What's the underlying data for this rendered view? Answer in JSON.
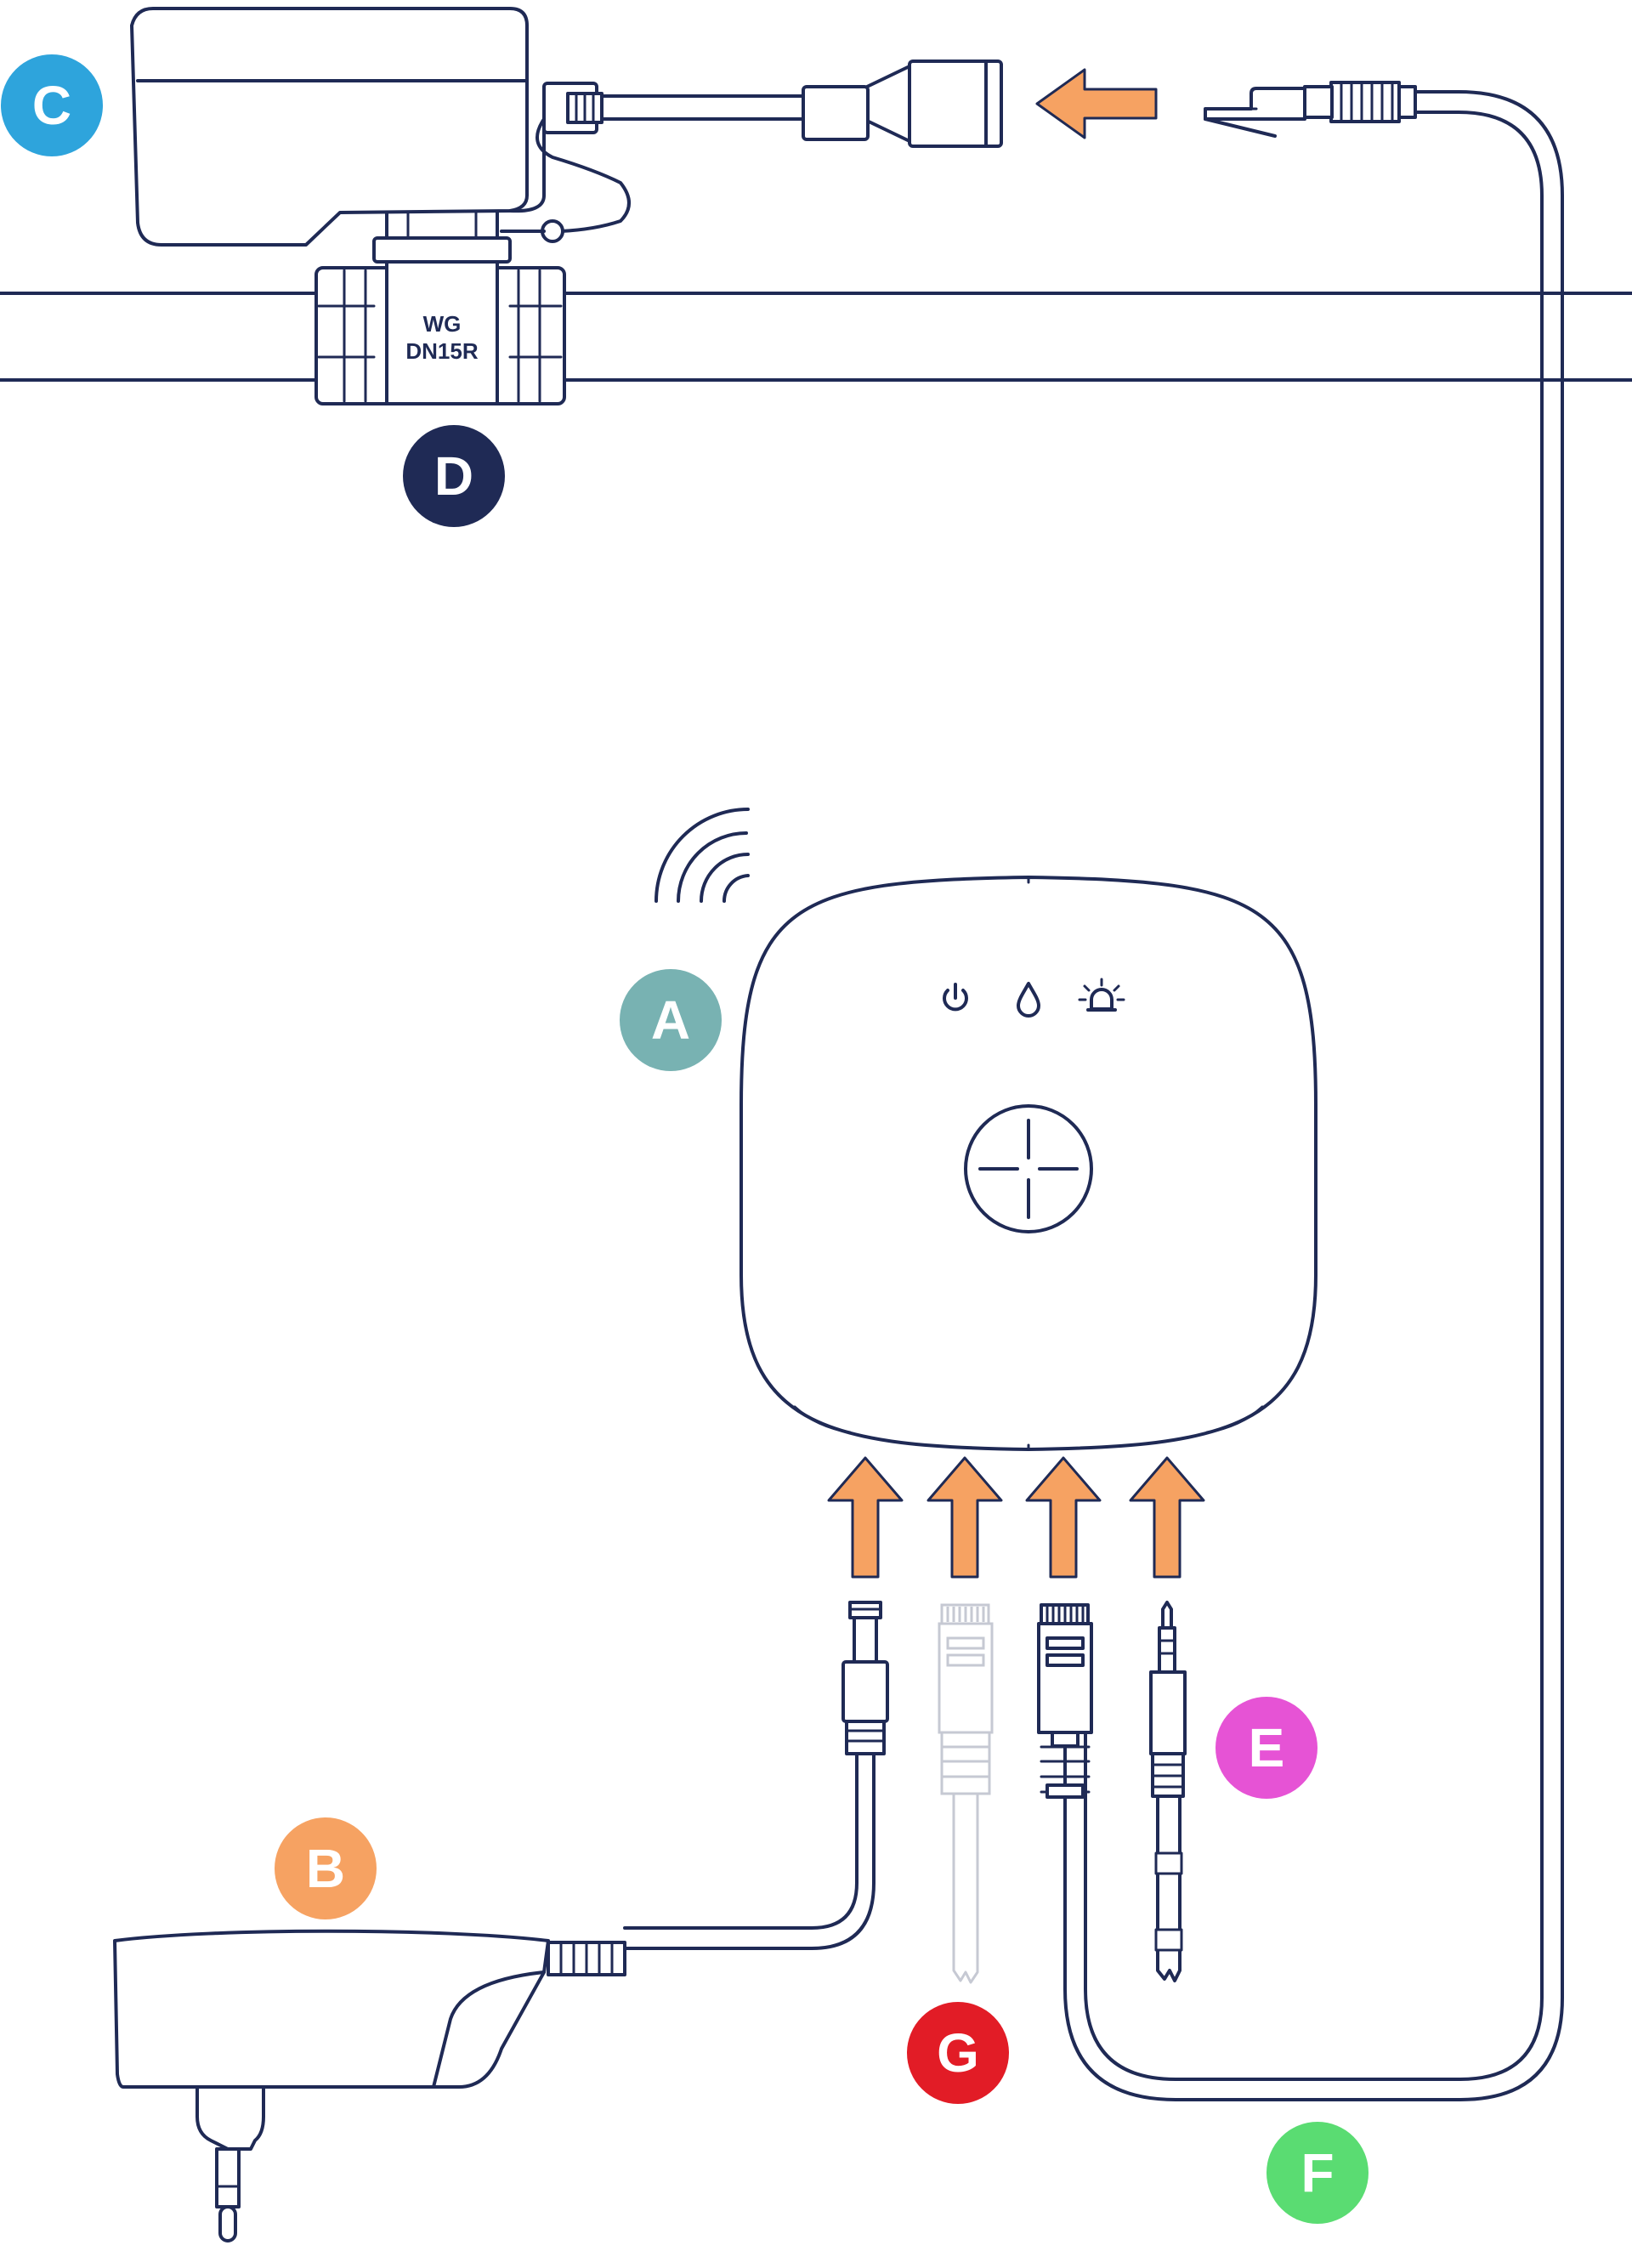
{
  "valve_label": {
    "line1": "WG",
    "line2": "DN15R"
  },
  "badges": [
    {
      "id": "A",
      "label": "A",
      "color": "#78b2b2"
    },
    {
      "id": "B",
      "label": "B",
      "color": "#f6a262"
    },
    {
      "id": "C",
      "label": "C",
      "color": "#2ea4dc"
    },
    {
      "id": "D",
      "label": "D",
      "color": "#1f2a55"
    },
    {
      "id": "E",
      "label": "E",
      "color": "#e653d5"
    },
    {
      "id": "F",
      "label": "F",
      "color": "#5adc72"
    },
    {
      "id": "G",
      "label": "G",
      "color": "#e21c26"
    }
  ],
  "icons": [
    "wifi-signal-icon",
    "power-icon",
    "water-drop-icon",
    "alarm-bell-icon",
    "pairing-button-icon"
  ],
  "colors": {
    "line": "#1f2a55",
    "arrow": "#f6a262",
    "ghost": "#c6c9d3"
  }
}
